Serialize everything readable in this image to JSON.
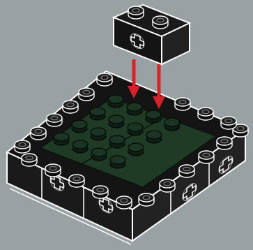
{
  "scene": {
    "description_free": true,
    "colors": {
      "background": "#9aa1a3",
      "brick_face": "#1a1a1a",
      "brick_edge": "#ffffff",
      "plate_green": "#1f3b26",
      "stud_green": "#12241a",
      "arrow": "#d6222a"
    },
    "loose_brick": {
      "name": "2x1-technic-brick",
      "studs": 2
    },
    "base": {
      "name": "brick-frame-around-green-plate",
      "plate_studs": 16
    },
    "arrows": 2
  }
}
